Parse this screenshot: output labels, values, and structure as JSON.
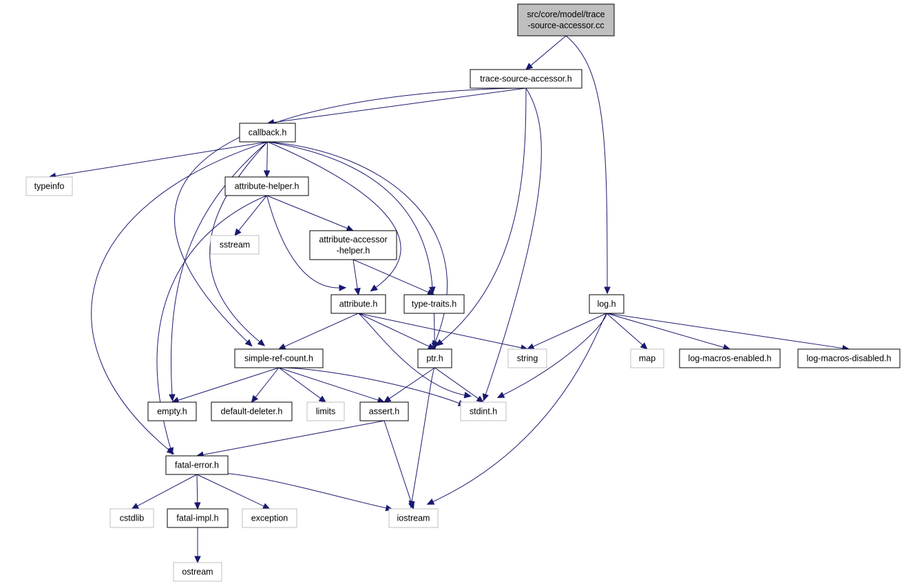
{
  "title": "",
  "colors": {
    "edge": "#191970",
    "root_fill": "#bfbfbf",
    "node_border": "#000000",
    "external_border": "#bfbfbf",
    "background": "#ffffff"
  },
  "nodes": [
    {
      "id": "root",
      "lines": [
        "src/core/model/trace",
        "-source-accessor.cc"
      ],
      "style": "root"
    },
    {
      "id": "tsa_h",
      "lines": [
        "trace-source-accessor.h"
      ],
      "style": "normal"
    },
    {
      "id": "callback_h",
      "lines": [
        "callback.h"
      ],
      "style": "normal"
    },
    {
      "id": "typeinfo",
      "lines": [
        "typeinfo"
      ],
      "style": "external"
    },
    {
      "id": "attr_helper_h",
      "lines": [
        "attribute-helper.h"
      ],
      "style": "normal"
    },
    {
      "id": "sstream",
      "lines": [
        "sstream"
      ],
      "style": "external"
    },
    {
      "id": "attr_acc_helper_h",
      "lines": [
        "attribute-accessor",
        "-helper.h"
      ],
      "style": "normal"
    },
    {
      "id": "attribute_h",
      "lines": [
        "attribute.h"
      ],
      "style": "normal"
    },
    {
      "id": "type_traits_h",
      "lines": [
        "type-traits.h"
      ],
      "style": "normal"
    },
    {
      "id": "log_h",
      "lines": [
        "log.h"
      ],
      "style": "normal"
    },
    {
      "id": "simple_ref_h",
      "lines": [
        "simple-ref-count.h"
      ],
      "style": "normal"
    },
    {
      "id": "ptr_h",
      "lines": [
        "ptr.h"
      ],
      "style": "normal"
    },
    {
      "id": "string",
      "lines": [
        "string"
      ],
      "style": "external"
    },
    {
      "id": "map",
      "lines": [
        "map"
      ],
      "style": "external"
    },
    {
      "id": "log_me_h",
      "lines": [
        "log-macros-enabled.h"
      ],
      "style": "normal"
    },
    {
      "id": "log_md_h",
      "lines": [
        "log-macros-disabled.h"
      ],
      "style": "normal"
    },
    {
      "id": "empty_h",
      "lines": [
        "empty.h"
      ],
      "style": "normal"
    },
    {
      "id": "default_deleter_h",
      "lines": [
        "default-deleter.h"
      ],
      "style": "normal"
    },
    {
      "id": "limits",
      "lines": [
        "limits"
      ],
      "style": "external"
    },
    {
      "id": "assert_h",
      "lines": [
        "assert.h"
      ],
      "style": "normal"
    },
    {
      "id": "stdint_h",
      "lines": [
        "stdint.h"
      ],
      "style": "external"
    },
    {
      "id": "fatal_error_h",
      "lines": [
        "fatal-error.h"
      ],
      "style": "normal"
    },
    {
      "id": "cstdlib",
      "lines": [
        "cstdlib"
      ],
      "style": "external"
    },
    {
      "id": "fatal_impl_h",
      "lines": [
        "fatal-impl.h"
      ],
      "style": "normal"
    },
    {
      "id": "exception",
      "lines": [
        "exception"
      ],
      "style": "external"
    },
    {
      "id": "iostream",
      "lines": [
        "iostream"
      ],
      "style": "external"
    },
    {
      "id": "ostream",
      "lines": [
        "ostream"
      ],
      "style": "external"
    }
  ],
  "edges": [
    [
      "root",
      "tsa_h"
    ],
    [
      "root",
      "log_h"
    ],
    [
      "tsa_h",
      "callback_h"
    ],
    [
      "tsa_h",
      "simple_ref_h"
    ],
    [
      "tsa_h",
      "ptr_h"
    ],
    [
      "tsa_h",
      "stdint_h"
    ],
    [
      "callback_h",
      "typeinfo"
    ],
    [
      "callback_h",
      "attr_helper_h"
    ],
    [
      "callback_h",
      "fatal_error_h"
    ],
    [
      "callback_h",
      "empty_h"
    ],
    [
      "callback_h",
      "simple_ref_h"
    ],
    [
      "callback_h",
      "attribute_h"
    ],
    [
      "callback_h",
      "type_traits_h"
    ],
    [
      "callback_h",
      "ptr_h"
    ],
    [
      "attr_helper_h",
      "sstream"
    ],
    [
      "attr_helper_h",
      "attr_acc_helper_h"
    ],
    [
      "attr_helper_h",
      "attribute_h"
    ],
    [
      "attr_helper_h",
      "fatal_error_h"
    ],
    [
      "attr_acc_helper_h",
      "attribute_h"
    ],
    [
      "attr_acc_helper_h",
      "type_traits_h"
    ],
    [
      "attribute_h",
      "simple_ref_h"
    ],
    [
      "attribute_h",
      "ptr_h"
    ],
    [
      "attribute_h",
      "string"
    ],
    [
      "attribute_h",
      "stdint_h"
    ],
    [
      "type_traits_h",
      "ptr_h"
    ],
    [
      "log_h",
      "string"
    ],
    [
      "log_h",
      "map"
    ],
    [
      "log_h",
      "log_me_h"
    ],
    [
      "log_h",
      "log_md_h"
    ],
    [
      "log_h",
      "stdint_h"
    ],
    [
      "log_h",
      "iostream"
    ],
    [
      "simple_ref_h",
      "empty_h"
    ],
    [
      "simple_ref_h",
      "default_deleter_h"
    ],
    [
      "simple_ref_h",
      "limits"
    ],
    [
      "simple_ref_h",
      "assert_h"
    ],
    [
      "simple_ref_h",
      "stdint_h"
    ],
    [
      "ptr_h",
      "assert_h"
    ],
    [
      "ptr_h",
      "stdint_h"
    ],
    [
      "ptr_h",
      "iostream"
    ],
    [
      "assert_h",
      "fatal_error_h"
    ],
    [
      "assert_h",
      "iostream"
    ],
    [
      "fatal_error_h",
      "cstdlib"
    ],
    [
      "fatal_error_h",
      "fatal_impl_h"
    ],
    [
      "fatal_error_h",
      "exception"
    ],
    [
      "fatal_error_h",
      "iostream"
    ],
    [
      "fatal_impl_h",
      "ostream"
    ]
  ]
}
